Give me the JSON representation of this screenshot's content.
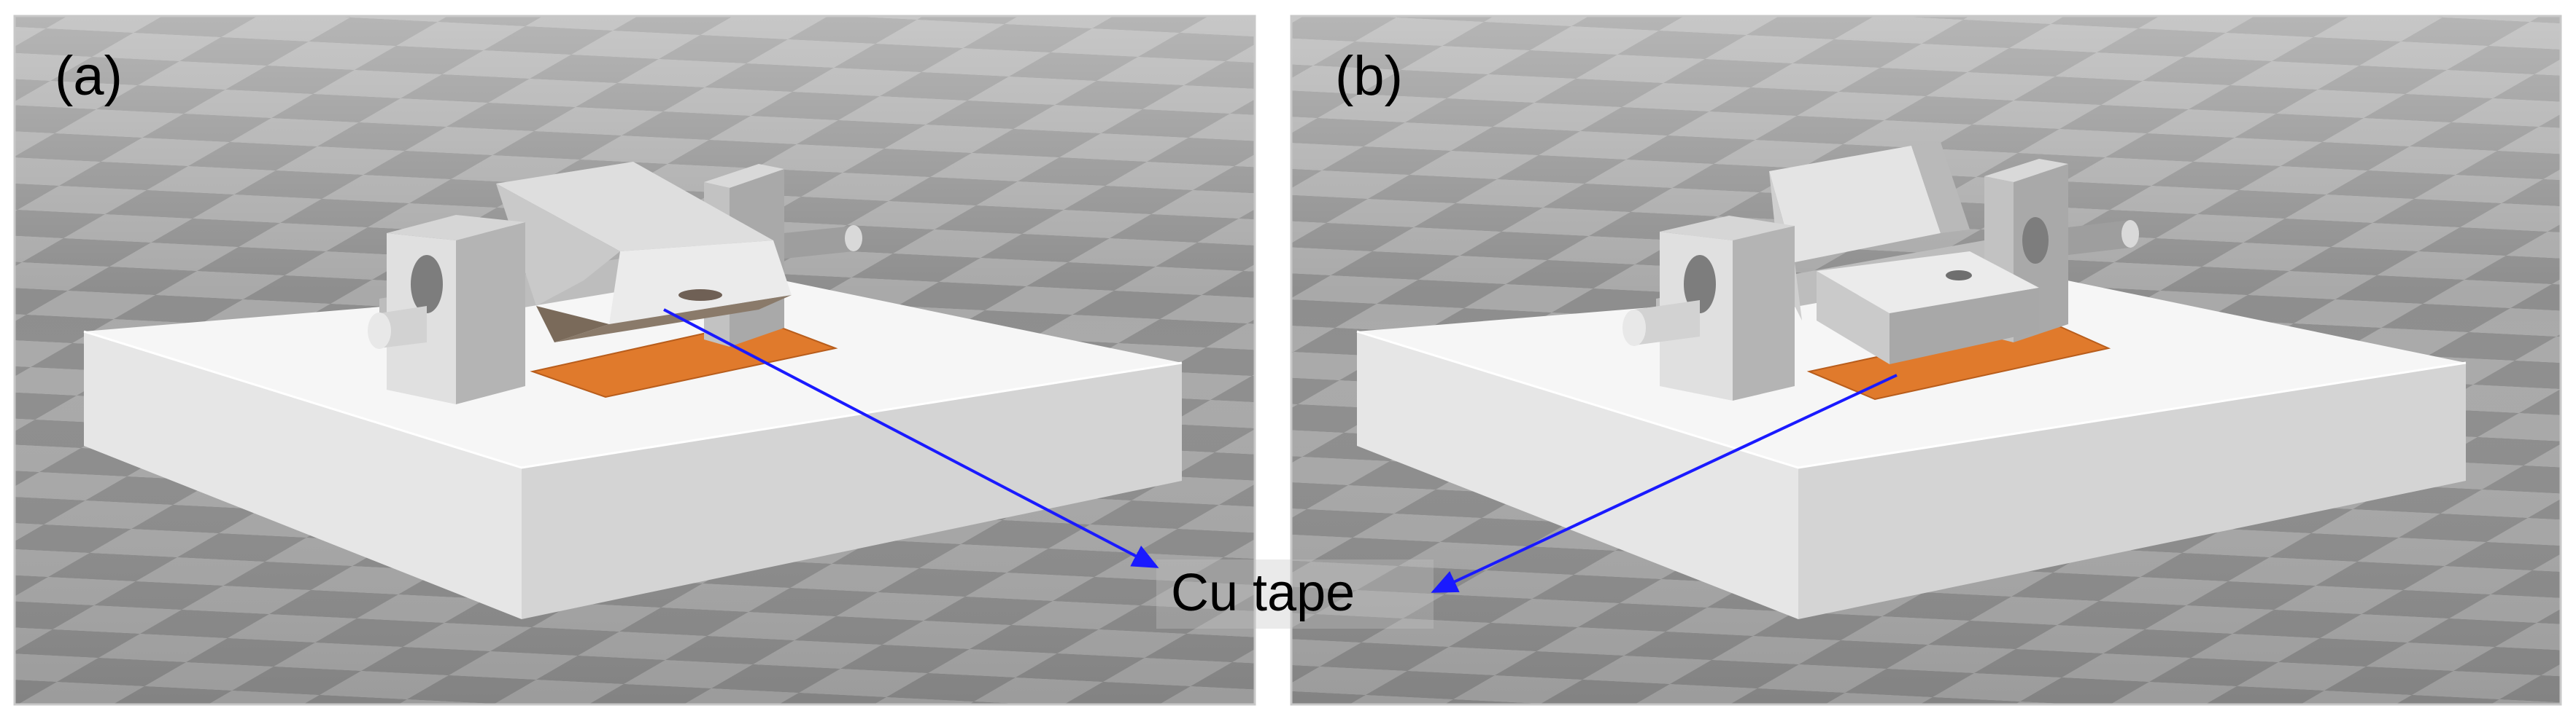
{
  "panels": [
    {
      "label": "(a)",
      "state": "tilted"
    },
    {
      "label": "(b)",
      "state": "flat"
    }
  ],
  "annotation": {
    "text": "Cu tape",
    "arrow_color": "#1a1aff"
  },
  "colors": {
    "floor_light": "#a9a9a9",
    "floor_dark": "#8d8d8d",
    "base_top": "#f6f6f6",
    "base_front": "#e4e4e4",
    "base_side": "#d2d2d2",
    "part_light": "#e3e3e3",
    "part_mid": "#c9c9c9",
    "part_dark": "#a9a9a9",
    "copper": "#e07a2c",
    "arrow": "#1a1aff"
  }
}
